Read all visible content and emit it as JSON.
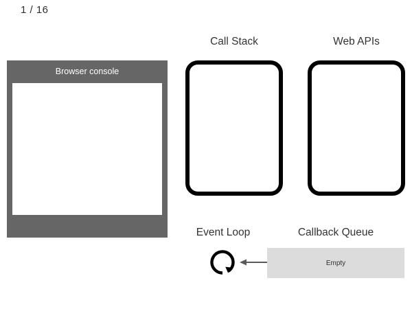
{
  "slide": {
    "counter": "1 / 16"
  },
  "console_panel": {
    "title": "Browser console",
    "frame_color": "#666666",
    "screen_color": "#ffffff",
    "output_lines": []
  },
  "call_stack": {
    "title": "Call Stack",
    "border_color": "#000000",
    "frames": []
  },
  "web_apis": {
    "title": "Web APIs",
    "border_color": "#000000",
    "items": []
  },
  "event_loop": {
    "title": "Event Loop",
    "icon": "circular-arrow-icon",
    "icon_color": "#000000"
  },
  "arrow": {
    "icon": "arrow-left-icon",
    "color": "#595959",
    "direction": "left"
  },
  "callback_queue": {
    "title": "Callback Queue",
    "status": "Empty",
    "background_color": "#dcdcdc",
    "items": []
  }
}
